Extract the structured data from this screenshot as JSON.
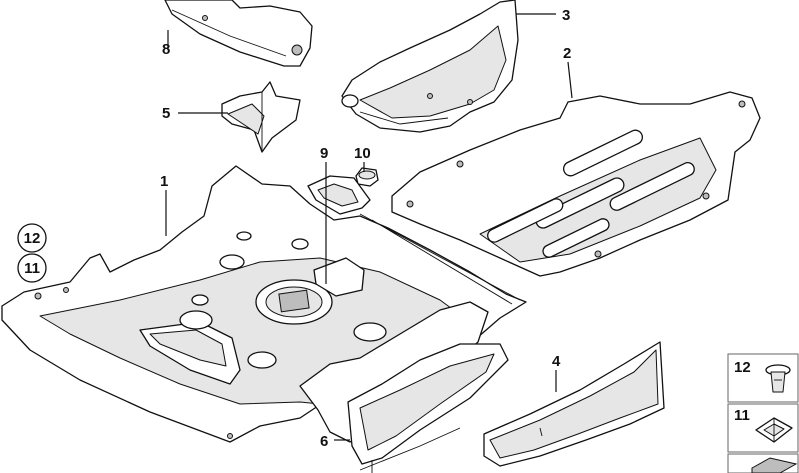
{
  "callouts": {
    "c1": "1",
    "c2": "2",
    "c3": "3",
    "c4": "4",
    "c5": "5",
    "c6": "6",
    "c8": "8",
    "c9": "9",
    "c10": "10",
    "c11": "11",
    "c12": "12"
  },
  "legend": {
    "item12": "12",
    "item11": "11"
  },
  "icons": {
    "part1": "main-underbody-shield",
    "part2": "rear-underbody-panel",
    "part3": "side-trim-panel",
    "part4": "sill-cover",
    "part5": "small-bracket",
    "part6": "side-rail-cover",
    "part8": "upper-heat-shield",
    "part9": "cover-plate",
    "part10": "rubber-plug",
    "part11": "spring-clip",
    "part12": "expanding-rivet"
  }
}
